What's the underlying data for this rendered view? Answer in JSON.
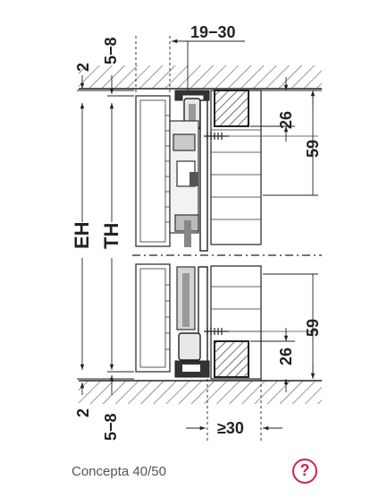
{
  "diagram": {
    "dims": {
      "d1930": "19−30",
      "d58_top": "5−8",
      "d2_top": "2",
      "d26_top": "26",
      "d59_top": "59",
      "eh": "EH",
      "th": "TH",
      "d59_bot": "59",
      "d26_bot": "26",
      "d2_bot": "2",
      "d58_bot": "5−8",
      "dge30": "≥30"
    }
  },
  "caption": "Concepta 40/50",
  "help": {
    "symbol": "?",
    "color": "#d6204b"
  }
}
